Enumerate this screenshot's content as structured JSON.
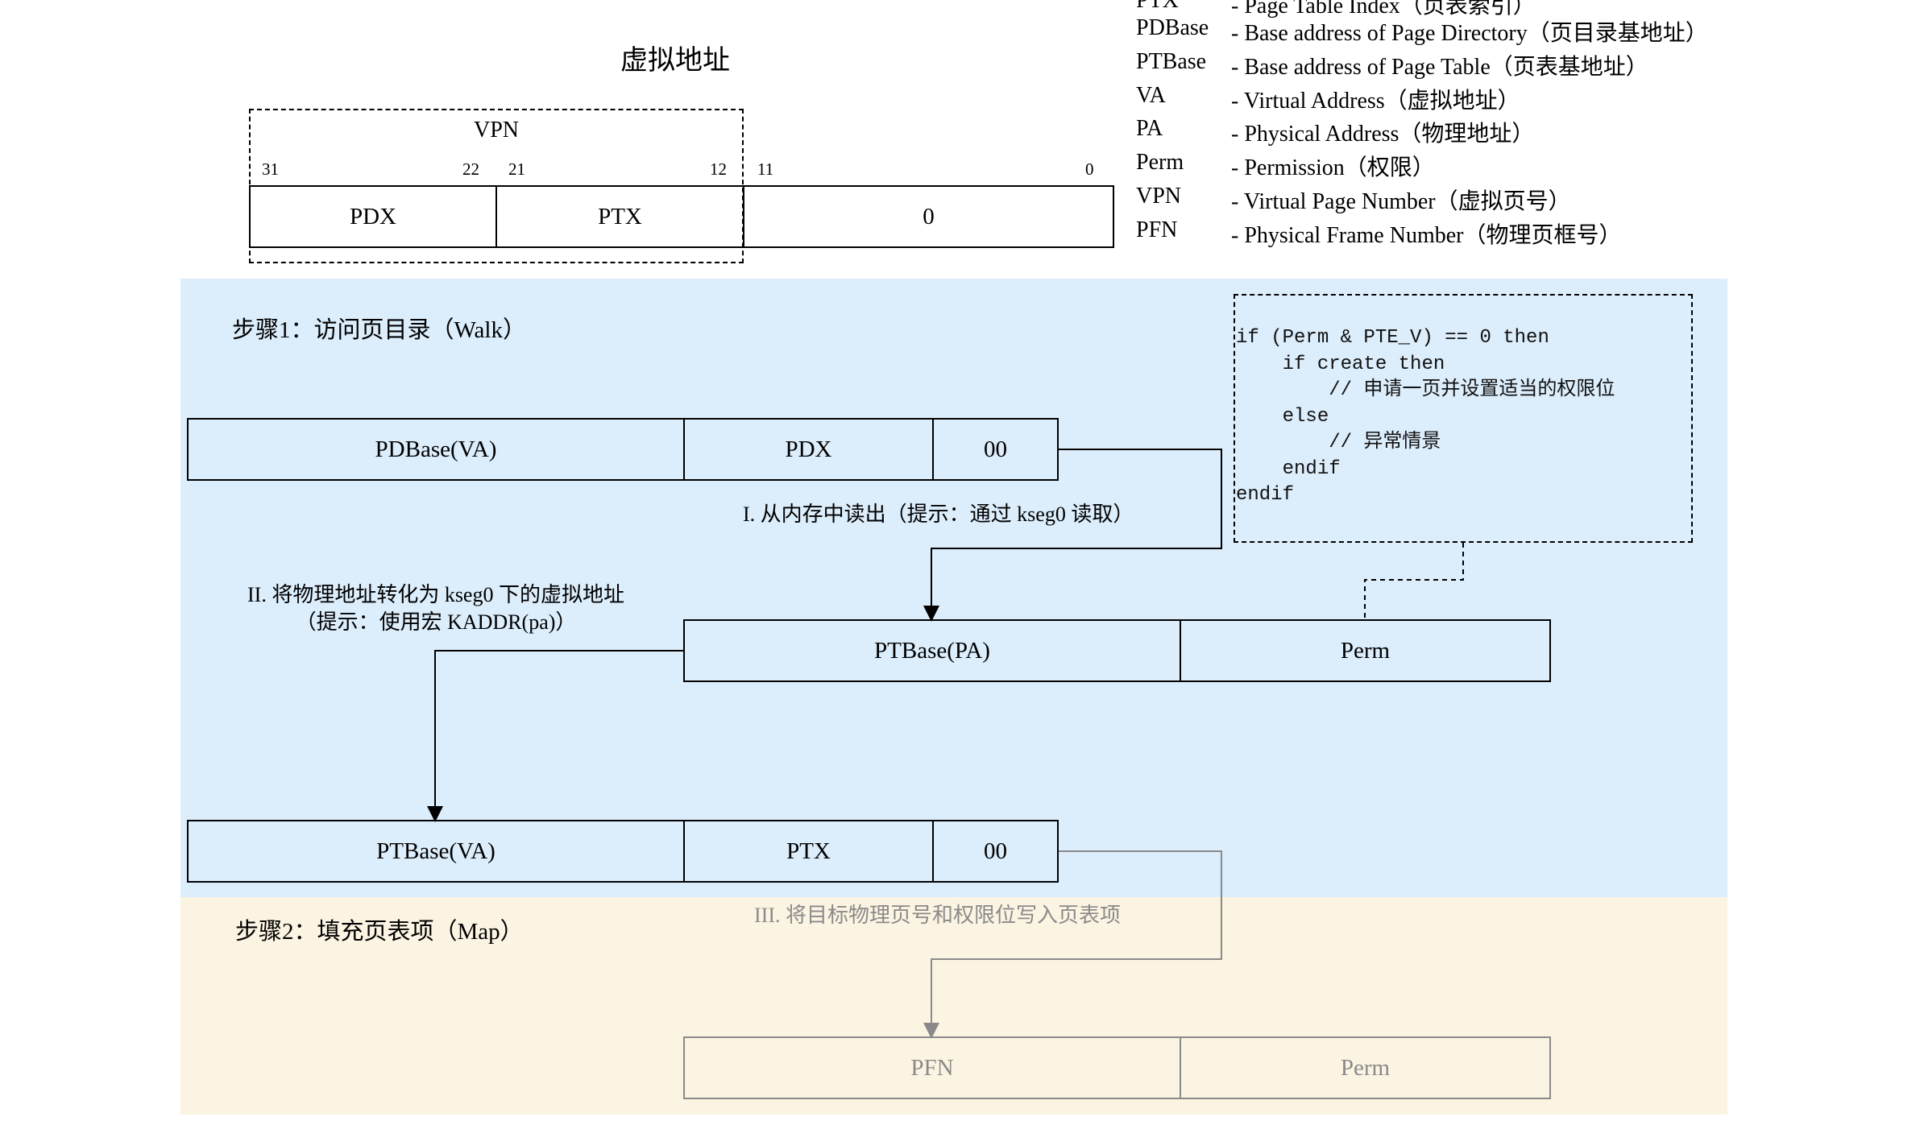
{
  "title": "虚拟地址",
  "va": {
    "vpn_label": "VPN",
    "bits": [
      "31",
      "22",
      "21",
      "12",
      "11",
      "0"
    ],
    "fields": [
      "PDX",
      "PTX",
      "0"
    ]
  },
  "legend": [
    {
      "key": "PTX",
      "desc": "- Page Table Index（页表索引）"
    },
    {
      "key": "PDBase",
      "desc": "- Base address of Page Directory（页目录基地址）"
    },
    {
      "key": "PTBase",
      "desc": "- Base address of Page Table（页表基地址）"
    },
    {
      "key": "VA",
      "desc": "- Virtual Address（虚拟地址）"
    },
    {
      "key": "PA",
      "desc": "- Physical Address（物理地址）"
    },
    {
      "key": "Perm",
      "desc": "- Permission（权限）"
    },
    {
      "key": "VPN",
      "desc": "- Virtual Page Number（虚拟页号）"
    },
    {
      "key": "PFN",
      "desc": "- Physical Frame Number（物理页框号）"
    }
  ],
  "step1": {
    "title": "步骤1：访问页目录（Walk）",
    "row1": [
      "PDBase(VA)",
      "PDX",
      "00"
    ],
    "row2": [
      "PTBase(PA)",
      "Perm"
    ],
    "row3": [
      "PTBase(VA)",
      "PTX",
      "00"
    ],
    "note_i": "I. 从内存中读出（提示：通过 kseg0 读取）",
    "note_ii_line1": "II. 将物理地址转化为 kseg0 下的虚拟地址",
    "note_ii_line2": "（提示：使用宏 KADDR(pa)）",
    "code": "if (Perm & PTE_V) == 0 then\n    if create then\n        // 申请一页并设置适当的权限位\n    else\n        // 异常情景\n    endif\nendif"
  },
  "step2": {
    "title": "步骤2：填充页表项（Map）",
    "note_iii": "III. 将目标物理页号和权限位写入页表项",
    "row": [
      "PFN",
      "Perm"
    ]
  },
  "colors": {
    "step1_bg": "#dcedfb",
    "step2_bg": "#fcf4e2",
    "gray": "#8a8a8a"
  }
}
